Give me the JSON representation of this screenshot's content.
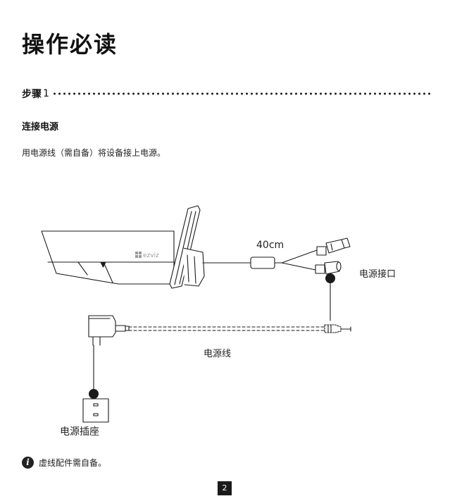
{
  "page": {
    "title": "操作必读",
    "step_label": "步骤",
    "step_number": "1",
    "section_heading": "连接电源",
    "instruction": "用电源线（需自备）将设备接上电源。",
    "note": "虚线配件需自备。",
    "page_number": "2"
  },
  "diagram": {
    "brand_logo_text": "ezviz",
    "cable_length_label": "40cm",
    "power_port_label": "电源接口",
    "power_cable_label": "电源线",
    "power_socket_label": "电源插座"
  },
  "icons": {
    "note_icon": "info-icon",
    "note_icon_glyph": "i"
  }
}
